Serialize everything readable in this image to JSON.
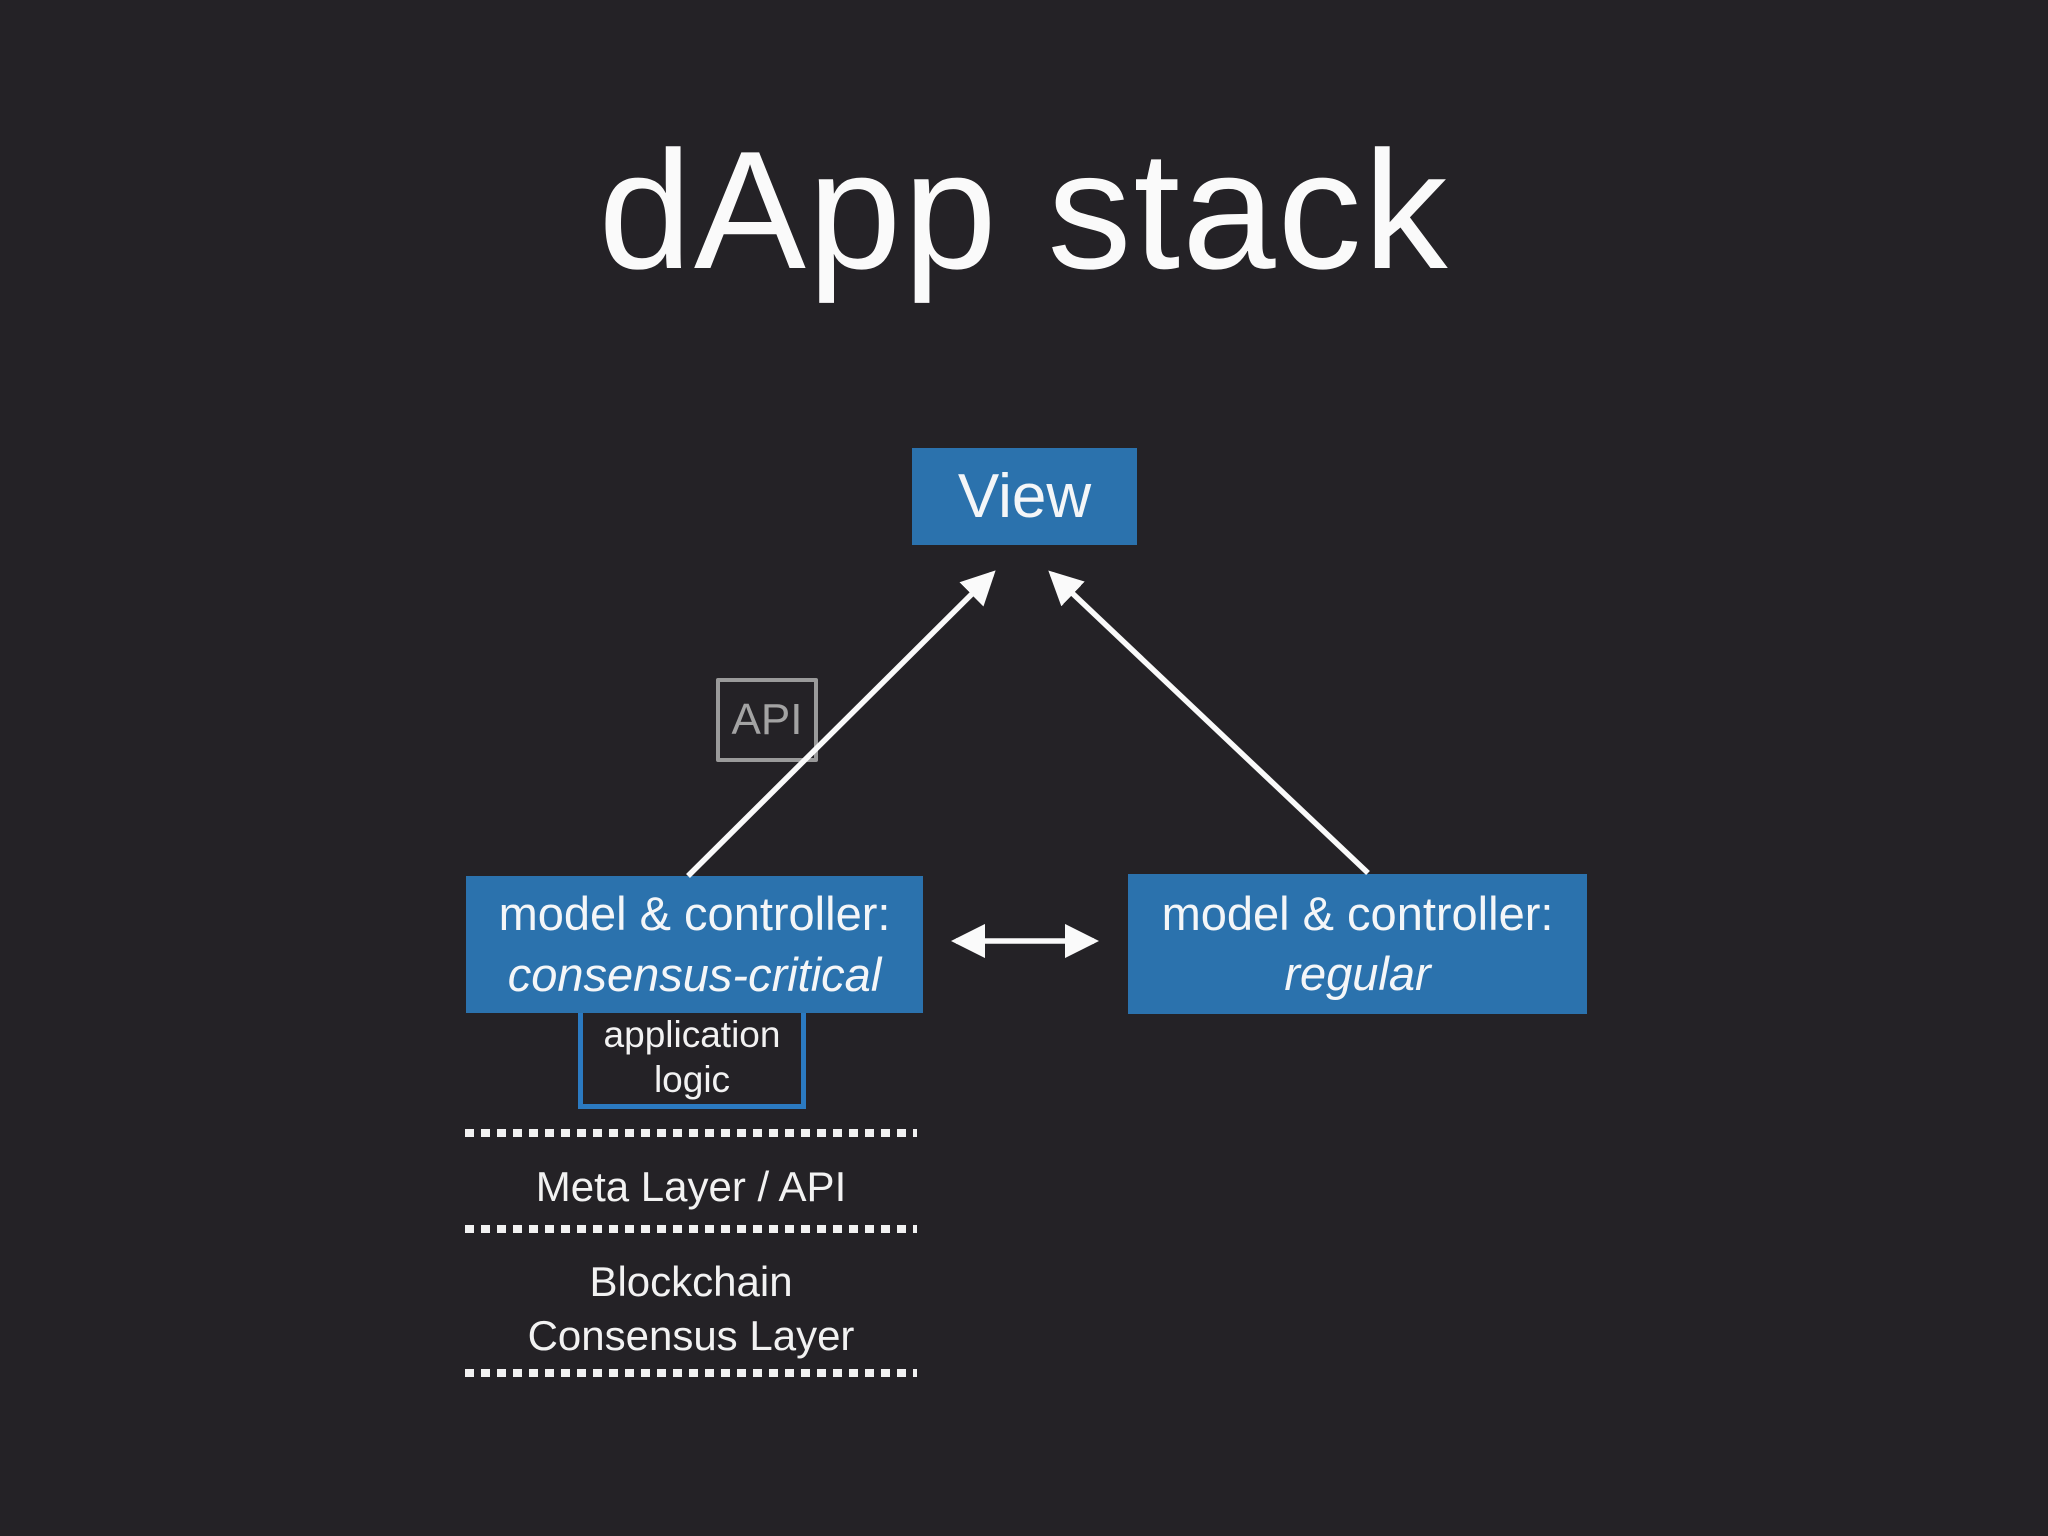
{
  "slide": {
    "title": "dApp stack"
  },
  "colors": {
    "background": "#242226",
    "node_blue": "#2b72ad",
    "sketch_blue": "#2b7ac1",
    "sketch_gray": "#9a9a9a",
    "text_white": "#f2f2f2"
  },
  "nodes": {
    "view": {
      "label": "View"
    },
    "api": {
      "label": "API"
    },
    "mc_left": {
      "line1": "model & controller:",
      "line2": "consensus-critical"
    },
    "mc_right": {
      "line1": "model & controller:",
      "line2": "regular"
    },
    "app_logic": {
      "line1": "application",
      "line2": "logic"
    }
  },
  "layers": {
    "meta": "Meta Layer / API",
    "blockchain_line1": "Blockchain",
    "blockchain_line2": "Consensus Layer"
  }
}
